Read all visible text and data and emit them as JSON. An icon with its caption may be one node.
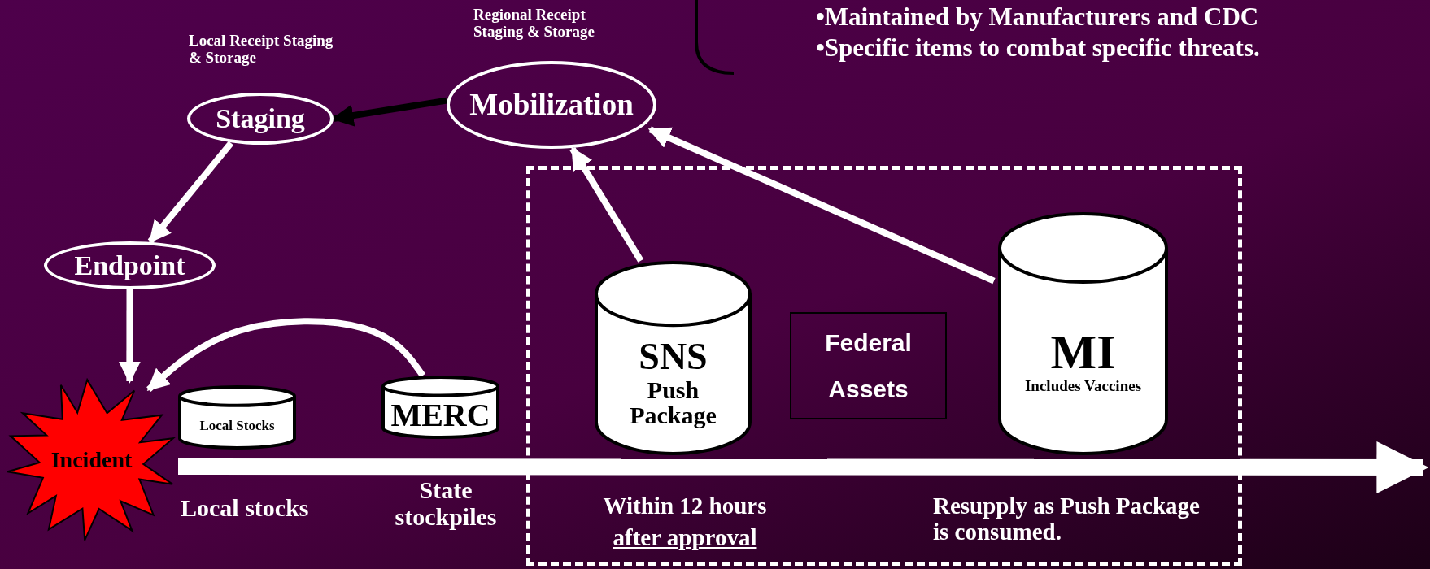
{
  "diagram": {
    "nodes": [
      {
        "text": [
          "Staging"
        ],
        "beside": [
          "Local Receipt Staging & Storage"
        ]
      },
      {
        "text": [
          "Mobilization"
        ],
        "beside": [
          "Regional Receipt Staging & Storage"
        ]
      },
      {
        "text": [
          "Endpoint"
        ]
      },
      {
        "text": [
          "Incident"
        ]
      },
      {
        "text": [
          "Local Stocks"
        ]
      },
      {
        "text": [
          "MERC"
        ]
      },
      {
        "text": [
          "Within 12 hours",
          "after approval",
          "Resupply as Push Package is consumed."
        ]
      },
      {
        "text": [
          "SNS",
          "Push Package"
        ],
        "in": 6
      },
      {
        "text": [
          "Federal Assets"
        ],
        "in": 6
      },
      {
        "text": [
          "MI",
          "Includes Vaccines"
        ],
        "in": 6
      }
    ],
    "edges": [
      {
        "from": 1,
        "to": 0,
        "arrow": "to",
        "color": "#000000"
      },
      {
        "from": 0,
        "to": 2,
        "arrow": "to"
      },
      {
        "from": 2,
        "to": 3,
        "arrow": "to"
      },
      {
        "from": 5,
        "to": 3,
        "arrow": "to"
      },
      {
        "from": 7,
        "to": 1,
        "arrow": "to"
      },
      {
        "from": 9,
        "to": 1,
        "arrow": "to"
      },
      {
        "from": 3,
        "to": null,
        "arrow": "to",
        "style": "thick"
      }
    ],
    "labels": [
      "•Maintained by Manufacturers and CDC",
      "•Specific items to combat specific threats.",
      "Local stocks",
      "State stockpiles"
    ]
  }
}
